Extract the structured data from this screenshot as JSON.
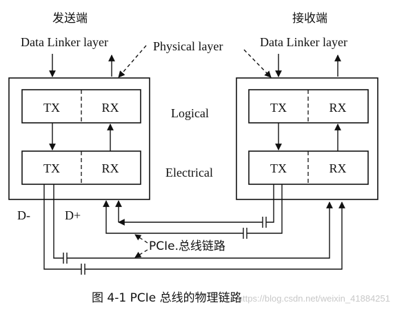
{
  "sender_label": "发送端",
  "receiver_label": "接收端",
  "left_top_label": "Data Linker layer",
  "right_top_label": "Data Linker layer",
  "physical_layer_label": "Physical layer",
  "logical_label": "Logical",
  "electrical_label": "Electrical",
  "tx_label": "TX",
  "rx_label": "RX",
  "d_minus_label": "D-",
  "d_plus_label": "D+",
  "link_label": "PCIe.总线链路",
  "caption": "图 4-1 PCIe 总线的物理链路",
  "watermark": "https://blog.csdn.net/weixin_41884251"
}
